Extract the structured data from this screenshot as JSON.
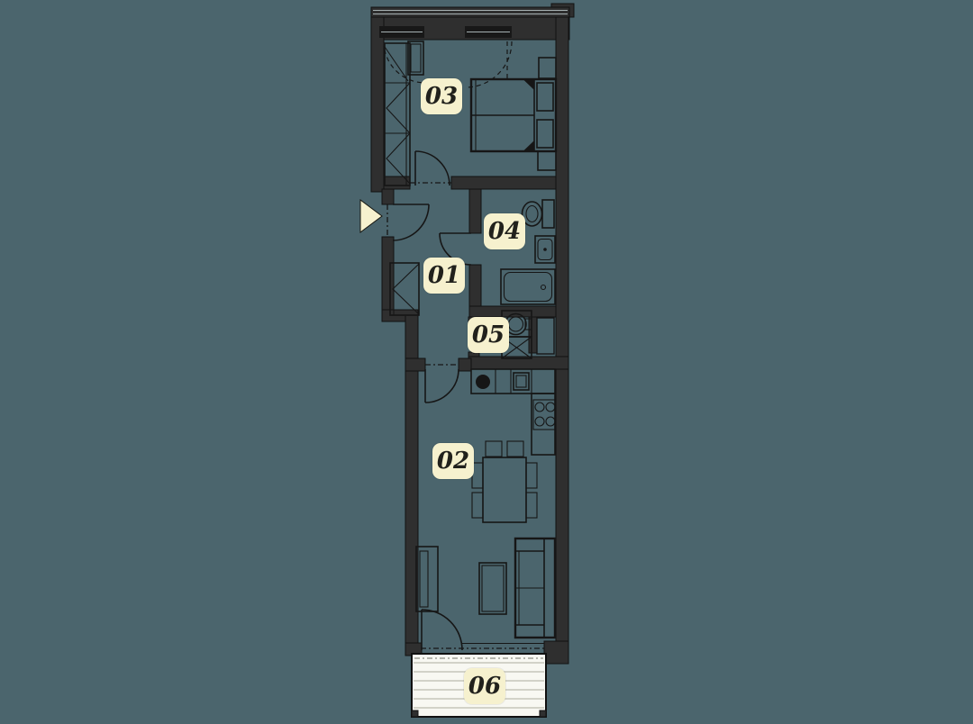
{
  "page": {
    "type": "apartment-floor-plan",
    "background": "#4B656D"
  },
  "floor_plan": {
    "room_labels": [
      "01",
      "02",
      "03",
      "04",
      "05",
      "06"
    ],
    "entrance_marker": "right-pointing-triangle"
  },
  "colors": {
    "bg": "#4B656D",
    "wall": "#2F2F2F",
    "wall_stroke": "#121212",
    "line": "#161616",
    "label_bg": "#F6F1CE",
    "label_text": "#21211C",
    "balcony_bg": "#F8F8F2",
    "balcony_line": "#C6C6BA",
    "window_bar": "#181818"
  }
}
